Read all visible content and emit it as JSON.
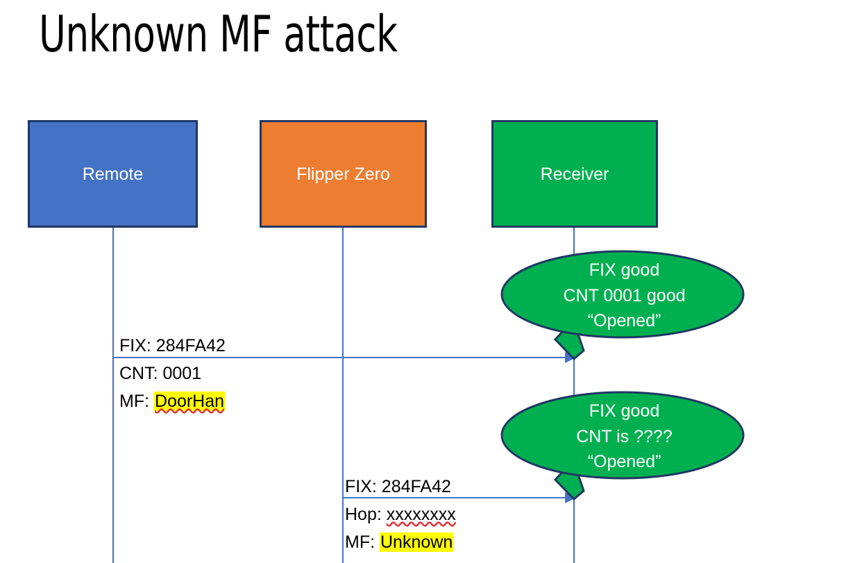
{
  "slide": {
    "title": "Unknown MF attack",
    "background": "#ffffff"
  },
  "colors": {
    "remote_fill": "#4472C4",
    "flipper_fill": "#ED7D31",
    "receiver_fill": "#00B050",
    "box_border": "#1F3864",
    "lifeline": "#4472C4",
    "arrow": "#4472C4",
    "callout_fill": "#00B050",
    "callout_border": "#1F3864",
    "highlight": "#FFFF00",
    "spellcheck_underline": "#E03030",
    "text_dark": "#000000",
    "text_light": "#ffffff"
  },
  "actors": [
    {
      "id": "remote",
      "label": "Remote"
    },
    {
      "id": "flipper",
      "label": "Flipper Zero"
    },
    {
      "id": "receiver",
      "label": "Receiver"
    }
  ],
  "messages": [
    {
      "id": "message-1",
      "from": "remote",
      "to": "receiver",
      "lines": [
        {
          "label": "FIX: ",
          "value": "284FA42",
          "highlight": false,
          "spellcheck_error": false
        },
        {
          "label": "CNT: ",
          "value": "0001",
          "highlight": false,
          "spellcheck_error": false
        },
        {
          "label": "MF: ",
          "value": "DoorHan",
          "highlight": true,
          "spellcheck_error": true
        }
      ]
    },
    {
      "id": "message-2",
      "from": "flipper",
      "to": "receiver",
      "lines": [
        {
          "label": "FIX: ",
          "value": "284FA42",
          "highlight": false,
          "spellcheck_error": false
        },
        {
          "label": "Hop: ",
          "value": "xxxxxxxx",
          "highlight": false,
          "spellcheck_error": true
        },
        {
          "label": "MF: ",
          "value": "Unknown",
          "highlight": true,
          "spellcheck_error": false
        }
      ]
    }
  ],
  "callouts": [
    {
      "id": "callout-1",
      "target": "receiver",
      "lines": [
        "FIX good",
        "CNT 0001 good",
        "“Opened”"
      ]
    },
    {
      "id": "callout-2",
      "target": "receiver",
      "lines": [
        "FIX good",
        "CNT is ????",
        "“Opened”"
      ]
    }
  ]
}
